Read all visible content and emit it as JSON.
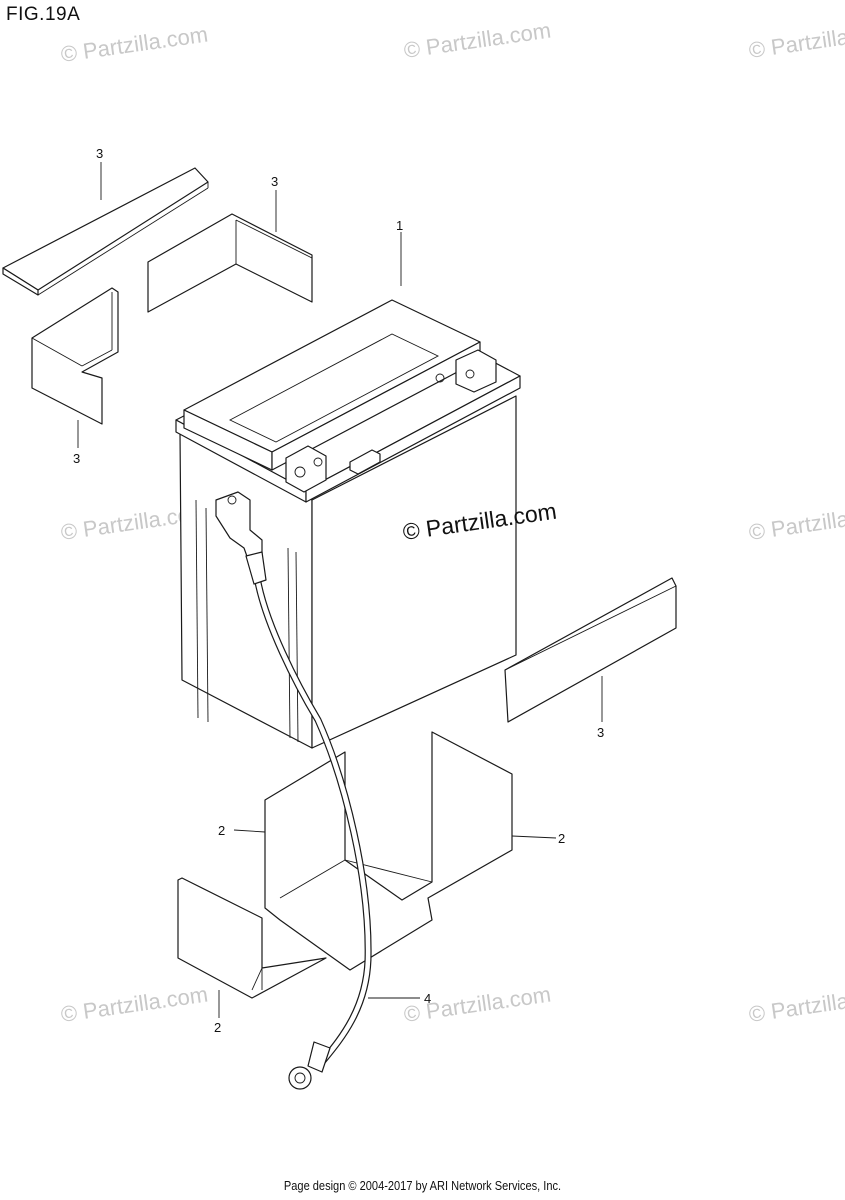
{
  "figure": {
    "title": "FIG.19A"
  },
  "watermark": {
    "small": "© Partzilla.com",
    "main": "© Partzilla.com"
  },
  "callouts": [
    {
      "number": "1",
      "part": "battery"
    },
    {
      "number": "2",
      "part": "battery-case"
    },
    {
      "number": "2",
      "part": "battery-case"
    },
    {
      "number": "2",
      "part": "battery-case"
    },
    {
      "number": "3",
      "part": "cushion"
    },
    {
      "number": "3",
      "part": "cushion"
    },
    {
      "number": "3",
      "part": "cushion"
    },
    {
      "number": "3",
      "part": "cushion"
    },
    {
      "number": "4",
      "part": "battery-lead-wire"
    }
  ],
  "footer": {
    "text": "Page design © 2004-2017 by ARI Network Services, Inc."
  }
}
